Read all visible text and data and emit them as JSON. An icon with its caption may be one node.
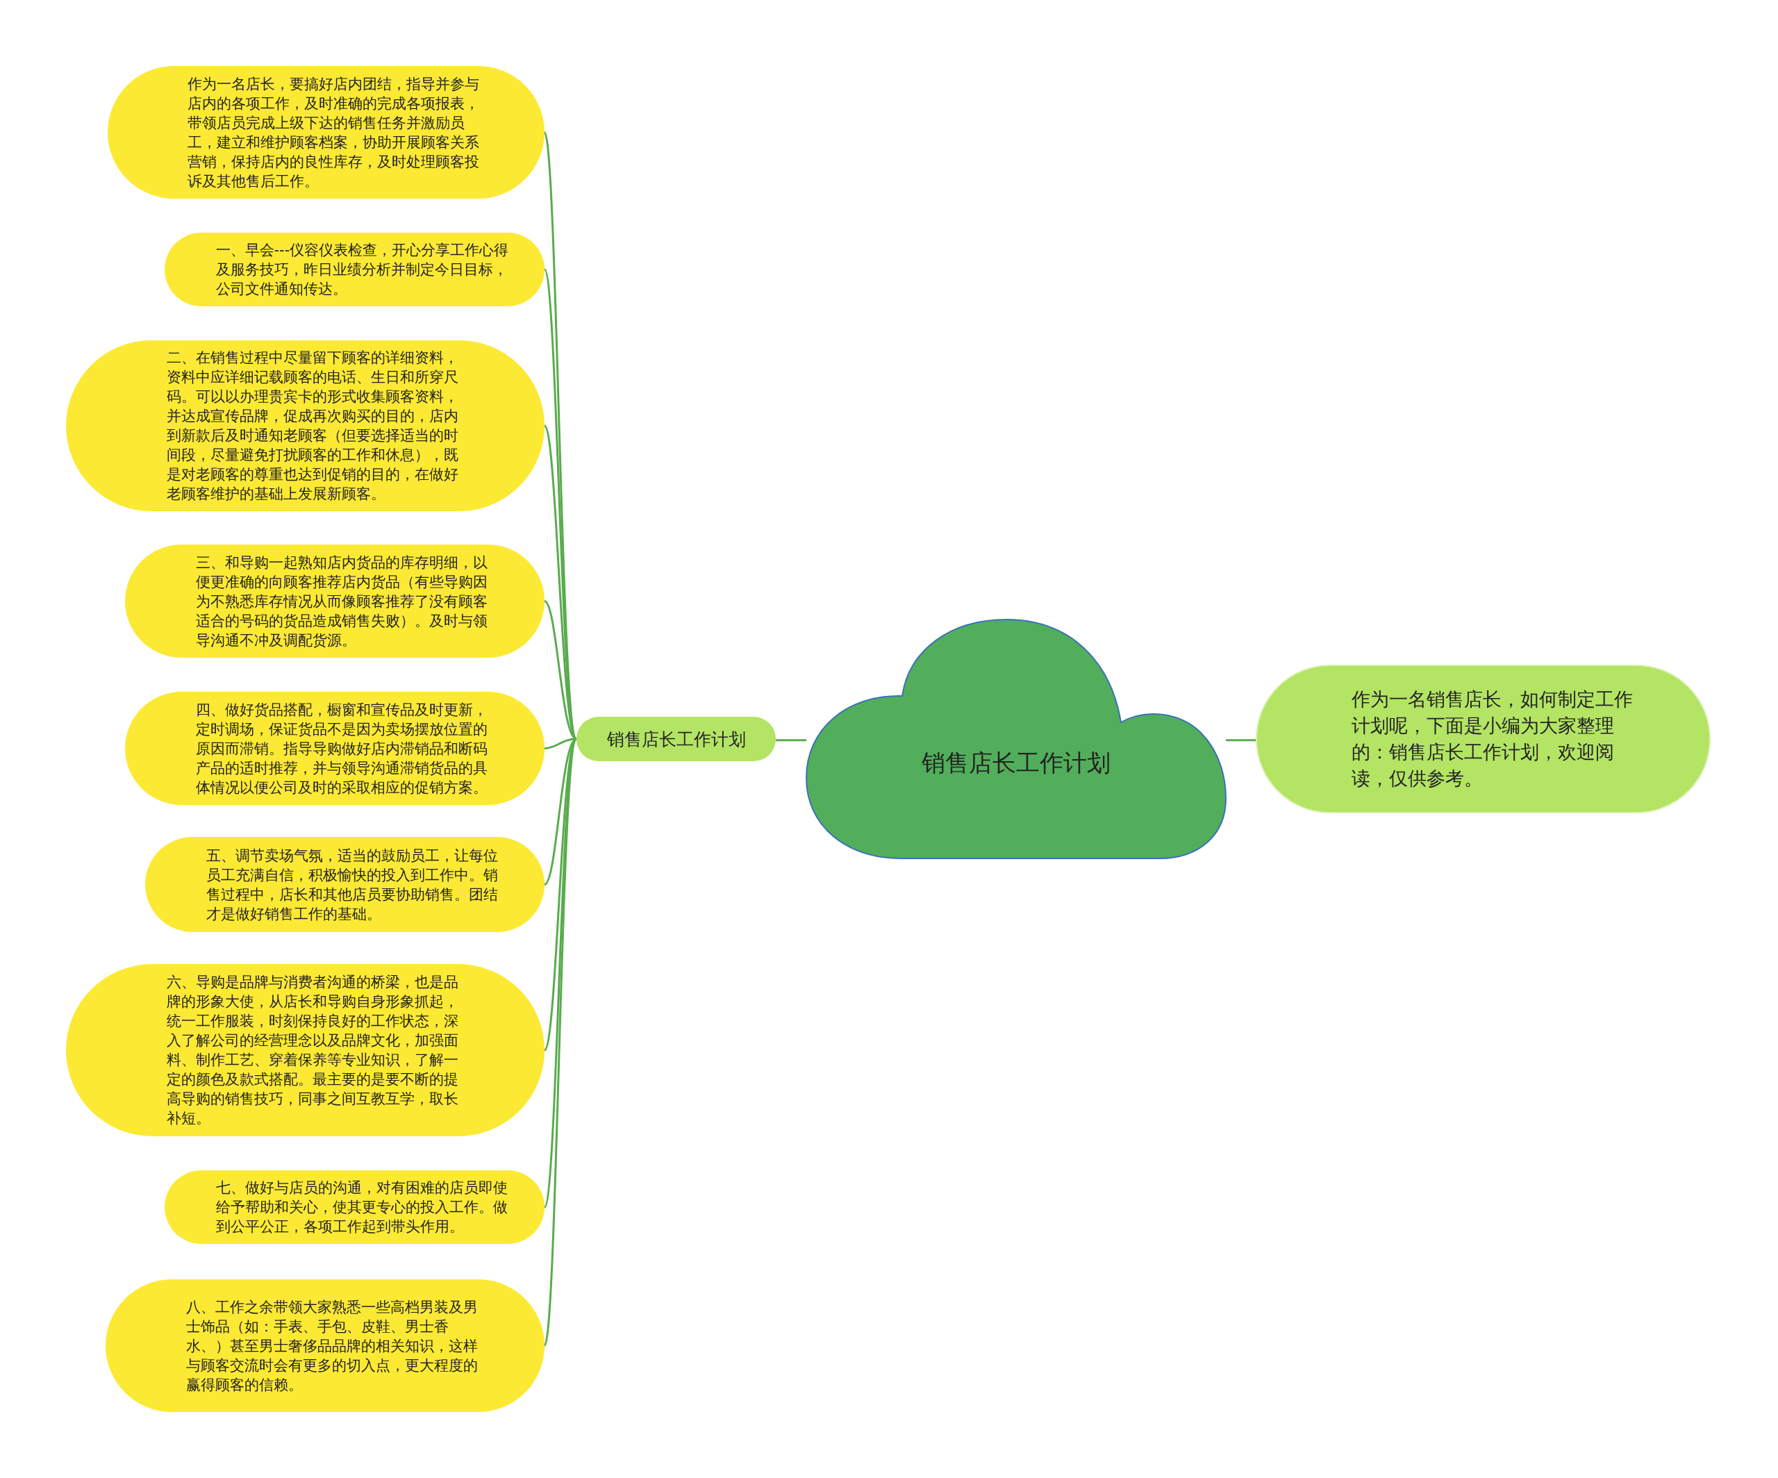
{
  "diagram": {
    "nodes": [
      {
        "text": [
          "销售店长工作计划"
        ]
      },
      {
        "text": [
          "销售店长工作计划"
        ]
      },
      {
        "text": [
          "作为一名店长，要搞好店内团结，指导并参与店内的各项工作，及时准确的完成各项报表，带领店员完成上级下达的销售任务并激励员工，建立和维护顾客档案，协助开展顾客关系营销，保持店内的良性库存，及时处理顾客投诉及其他售后工作。"
        ]
      },
      {
        "text": [
          "一、早会---仪容仪表检查，开心分享工作心得及服务技巧，昨日业绩分析并制定今日目标，公司文件通知传达。"
        ]
      },
      {
        "text": [
          "二、在销售过程中尽量留下顾客的详细资料，资料中应详细记载顾客的电话、生日和所穿尺码。可以以办理贵宾卡的形式收集顾客资料，并达成宣传品牌，促成再次购买的目的，店内到新款后及时通知老顾客（但要选择适当的时间段，尽量避免打扰顾客的工作和休息），既是对老顾客的尊重也达到促销的目的，在做好老顾客维护的基础上发展新顾客。"
        ]
      },
      {
        "text": [
          "三、和导购一起熟知店内货品的库存明细，以便更准确的向顾客推荐店内货品（有些导购因为不熟悉库存情况从而像顾客推荐了没有顾客适合的号码的货品造成销售失败）。及时与领导沟通不冲及调配货源。"
        ]
      },
      {
        "text": [
          "四、做好货品搭配，橱窗和宣传品及时更新，定时调场，保证货品不是因为卖场摆放位置的原因而滞销。指导导购做好店内滞销品和断码产品的适时推荐，并与领导沟通滞销货品的具体情况以便公司及时的采取相应的促销方案。"
        ]
      },
      {
        "text": [
          "五、调节卖场气氛，适当的鼓励员工，让每位员工充满自信，积极愉快的投入到工作中。销售过程中，店长和其他店员要协助销售。团结才是做好销售工作的基础。"
        ]
      },
      {
        "text": [
          "六、导购是品牌与消费者沟通的桥梁，也是品牌的形象大使，从店长和导购自身形象抓起，统一工作服装，时刻保持良好的工作状态，深入了解公司的经营理念以及品牌文化，加强面料、制作工艺、穿着保养等专业知识，了解一定的颜色及款式搭配。最主要的是要不断的提高导购的销售技巧，同事之间互教互学，取长补短。"
        ]
      },
      {
        "text": [
          "七、做好与店员的沟通，对有困难的店员即使给予帮助和关心，使其更专心的投入工作。做到公平公正，各项工作起到带头作用。"
        ]
      },
      {
        "text": [
          "八、工作之余带领大家熟悉一些高档男装及男士饰品（如：手表、手包、皮鞋、男士香水、）甚至男士奢侈品品牌的相关知识，这样与顾客交流时会有更多的切入点，更大程度的赢得顾客的信赖。"
        ]
      },
      {
        "text": [
          "作为一名销售店长，如何制定工作计划呢，下面是小编为大家整理的：销售店长工作计划，欢迎阅读，仅供参考。"
        ]
      }
    ],
    "edges": [
      {
        "from": 0,
        "to": 1,
        "arrow": "none"
      },
      {
        "from": 1,
        "to": 2,
        "arrow": "none"
      },
      {
        "from": 1,
        "to": 3,
        "arrow": "none"
      },
      {
        "from": 1,
        "to": 4,
        "arrow": "none"
      },
      {
        "from": 1,
        "to": 5,
        "arrow": "none"
      },
      {
        "from": 1,
        "to": 6,
        "arrow": "none"
      },
      {
        "from": 1,
        "to": 7,
        "arrow": "none"
      },
      {
        "from": 1,
        "to": 8,
        "arrow": "none"
      },
      {
        "from": 1,
        "to": 9,
        "arrow": "none"
      },
      {
        "from": 1,
        "to": 10,
        "arrow": "none"
      },
      {
        "from": 0,
        "to": 11,
        "arrow": "none"
      }
    ]
  }
}
